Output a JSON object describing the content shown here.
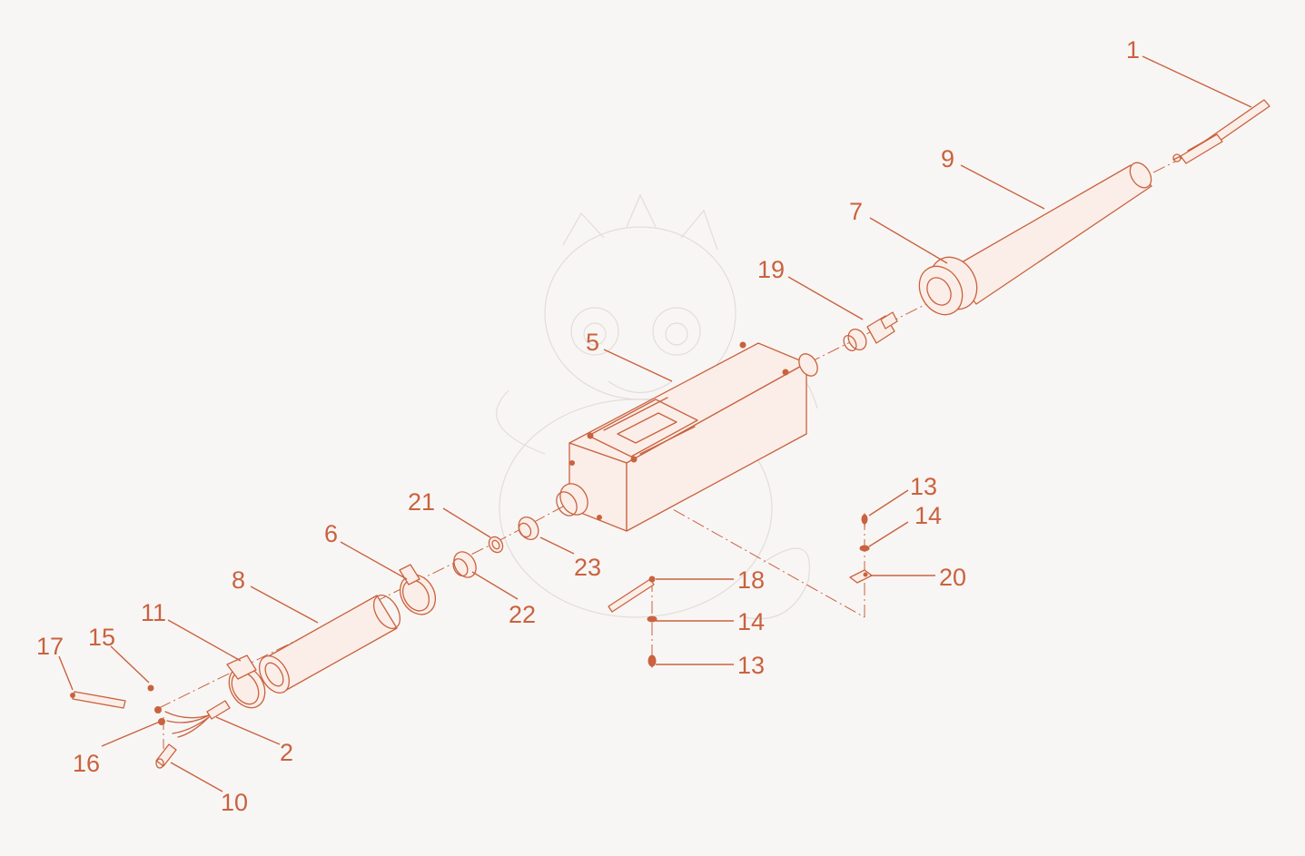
{
  "diagram": {
    "type": "exploded-parts-view",
    "accent_color": "#c9623f",
    "background_color": "#f8f6f4",
    "callouts": [
      {
        "id": "c1",
        "label": "1"
      },
      {
        "id": "c9",
        "label": "9"
      },
      {
        "id": "c7",
        "label": "7"
      },
      {
        "id": "c19",
        "label": "19"
      },
      {
        "id": "c5",
        "label": "5"
      },
      {
        "id": "c21",
        "label": "21"
      },
      {
        "id": "c23",
        "label": "23"
      },
      {
        "id": "c22",
        "label": "22"
      },
      {
        "id": "c6",
        "label": "6"
      },
      {
        "id": "c8",
        "label": "8"
      },
      {
        "id": "c11",
        "label": "11"
      },
      {
        "id": "c15",
        "label": "15"
      },
      {
        "id": "c17",
        "label": "17"
      },
      {
        "id": "c16",
        "label": "16"
      },
      {
        "id": "c2",
        "label": "2"
      },
      {
        "id": "c10",
        "label": "10"
      },
      {
        "id": "c18",
        "label": "18"
      },
      {
        "id": "c14a",
        "label": "14"
      },
      {
        "id": "c13a",
        "label": "13"
      },
      {
        "id": "c13b",
        "label": "13"
      },
      {
        "id": "c14b",
        "label": "14"
      },
      {
        "id": "c20",
        "label": "20"
      }
    ]
  }
}
